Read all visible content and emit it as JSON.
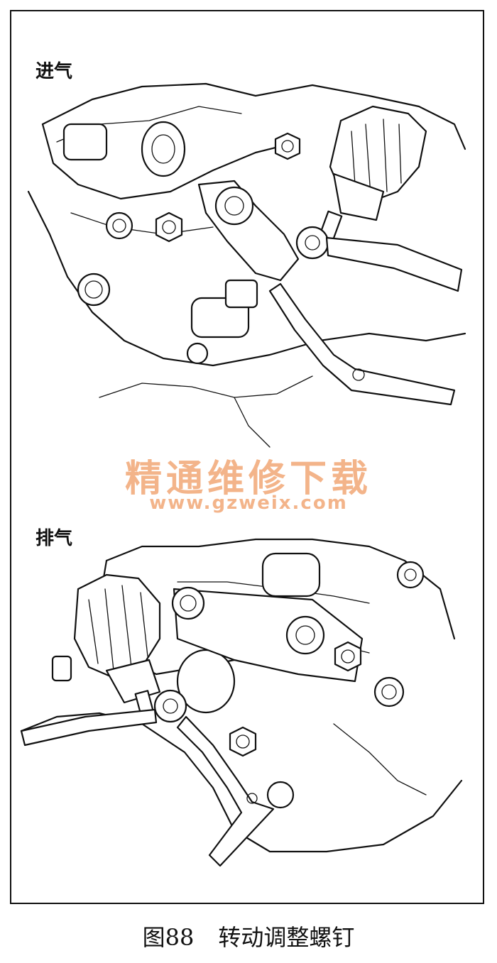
{
  "labels": {
    "intake": "进气",
    "exhaust": "排气"
  },
  "watermark": {
    "text_cn": "精通维修下载",
    "url": "www.gzweix.com",
    "color": "#f3b48a"
  },
  "caption": {
    "figure_number": "图88",
    "title": "转动调整螺钉"
  },
  "colors": {
    "line": "#111111",
    "background": "#ffffff"
  }
}
